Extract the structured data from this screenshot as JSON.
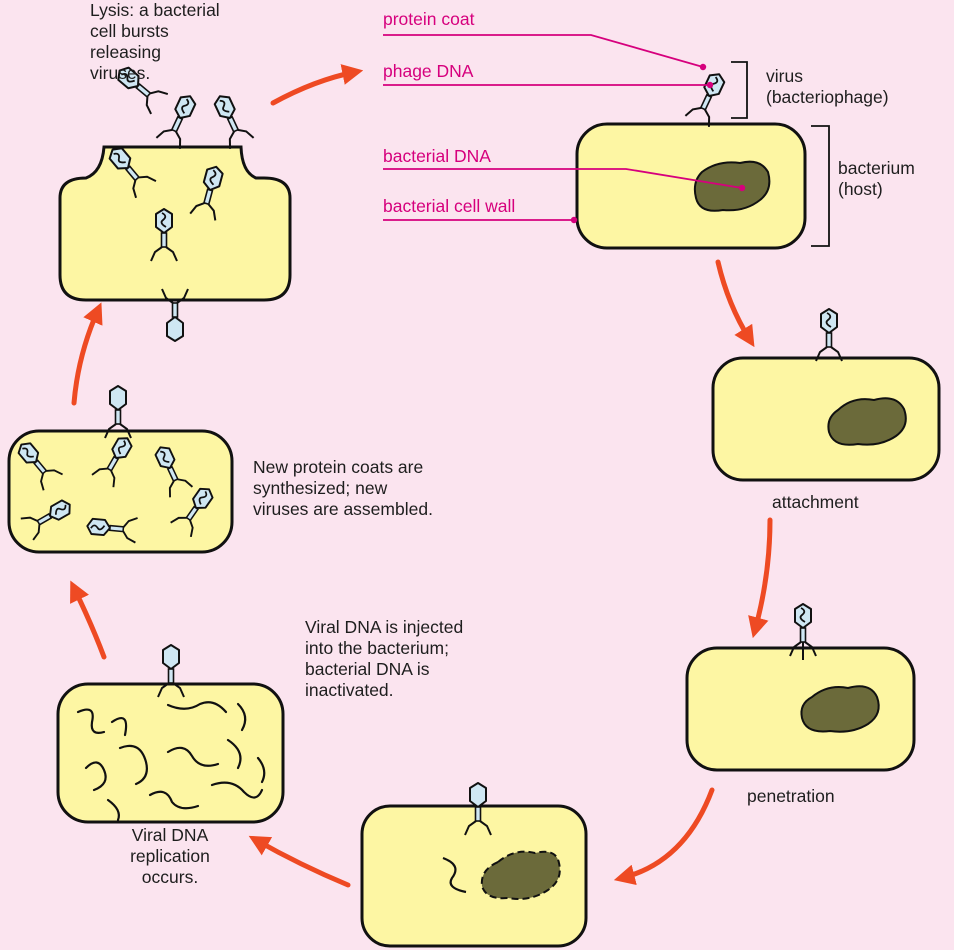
{
  "labels": {
    "protein_coat": "protein coat",
    "phage_dna": "phage DNA",
    "bacterial_dna": "bacterial DNA",
    "bacterial_cell_wall": "bacterial cell wall",
    "virus": "virus\n(bacteriophage)",
    "bacterium": "bacterium\n(host)"
  },
  "steps": {
    "lysis": "Lysis: a bacterial\ncell bursts\nreleasing\nviruses.",
    "assembly": "New protein coats are\nsynthesized; new\nviruses are assembled.",
    "injection": "Viral DNA is injected\ninto the bacterium;\nbacterial DNA is\ninactivated.",
    "replication": "Viral DNA\nreplication\noccurs.",
    "attachment": "attachment",
    "penetration": "penetration"
  },
  "colors": {
    "background": "#fbe4ef",
    "cell_fill": "#fdf6a3",
    "phage_fill": "#cfe7f3",
    "dna_fill": "#6b6a3a",
    "arrow": "#ee4a23",
    "leader": "#d6007d"
  }
}
